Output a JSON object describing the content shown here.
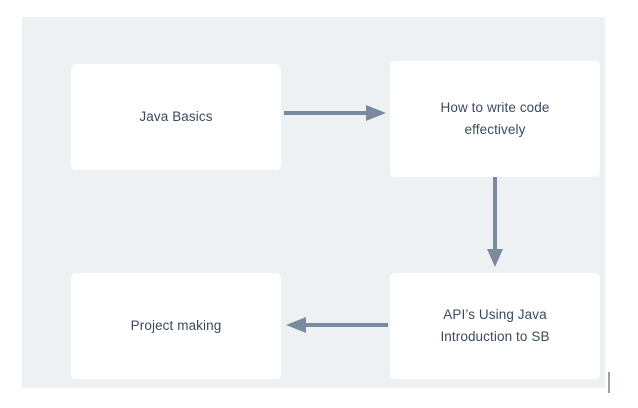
{
  "diagram": {
    "title": "Java learning path flowchart",
    "canvas_color": "#eef1f4",
    "node_color": "#ffffff",
    "text_color": "#3d4a5c",
    "arrow_color": "#7a8a9e",
    "nodes": [
      {
        "id": "java-basics",
        "label": "Java Basics",
        "position": "top-left"
      },
      {
        "id": "write-code",
        "label": "How to write code\neffectively",
        "position": "top-right"
      },
      {
        "id": "apis-java",
        "label": "API’s Using Java\nIntroduction to SB",
        "position": "bottom-right"
      },
      {
        "id": "project-making",
        "label": "Project making",
        "position": "bottom-left"
      }
    ],
    "arrows": [
      {
        "id": "basics-to-code",
        "from": "java-basics",
        "to": "write-code",
        "direction": "right"
      },
      {
        "id": "code-to-apis",
        "from": "write-code",
        "to": "apis-java",
        "direction": "down"
      },
      {
        "id": "apis-to-project",
        "from": "apis-java",
        "to": "project-making",
        "direction": "left"
      }
    ],
    "caret": {
      "id": "text-caret",
      "color": "#9aa0a6"
    }
  }
}
